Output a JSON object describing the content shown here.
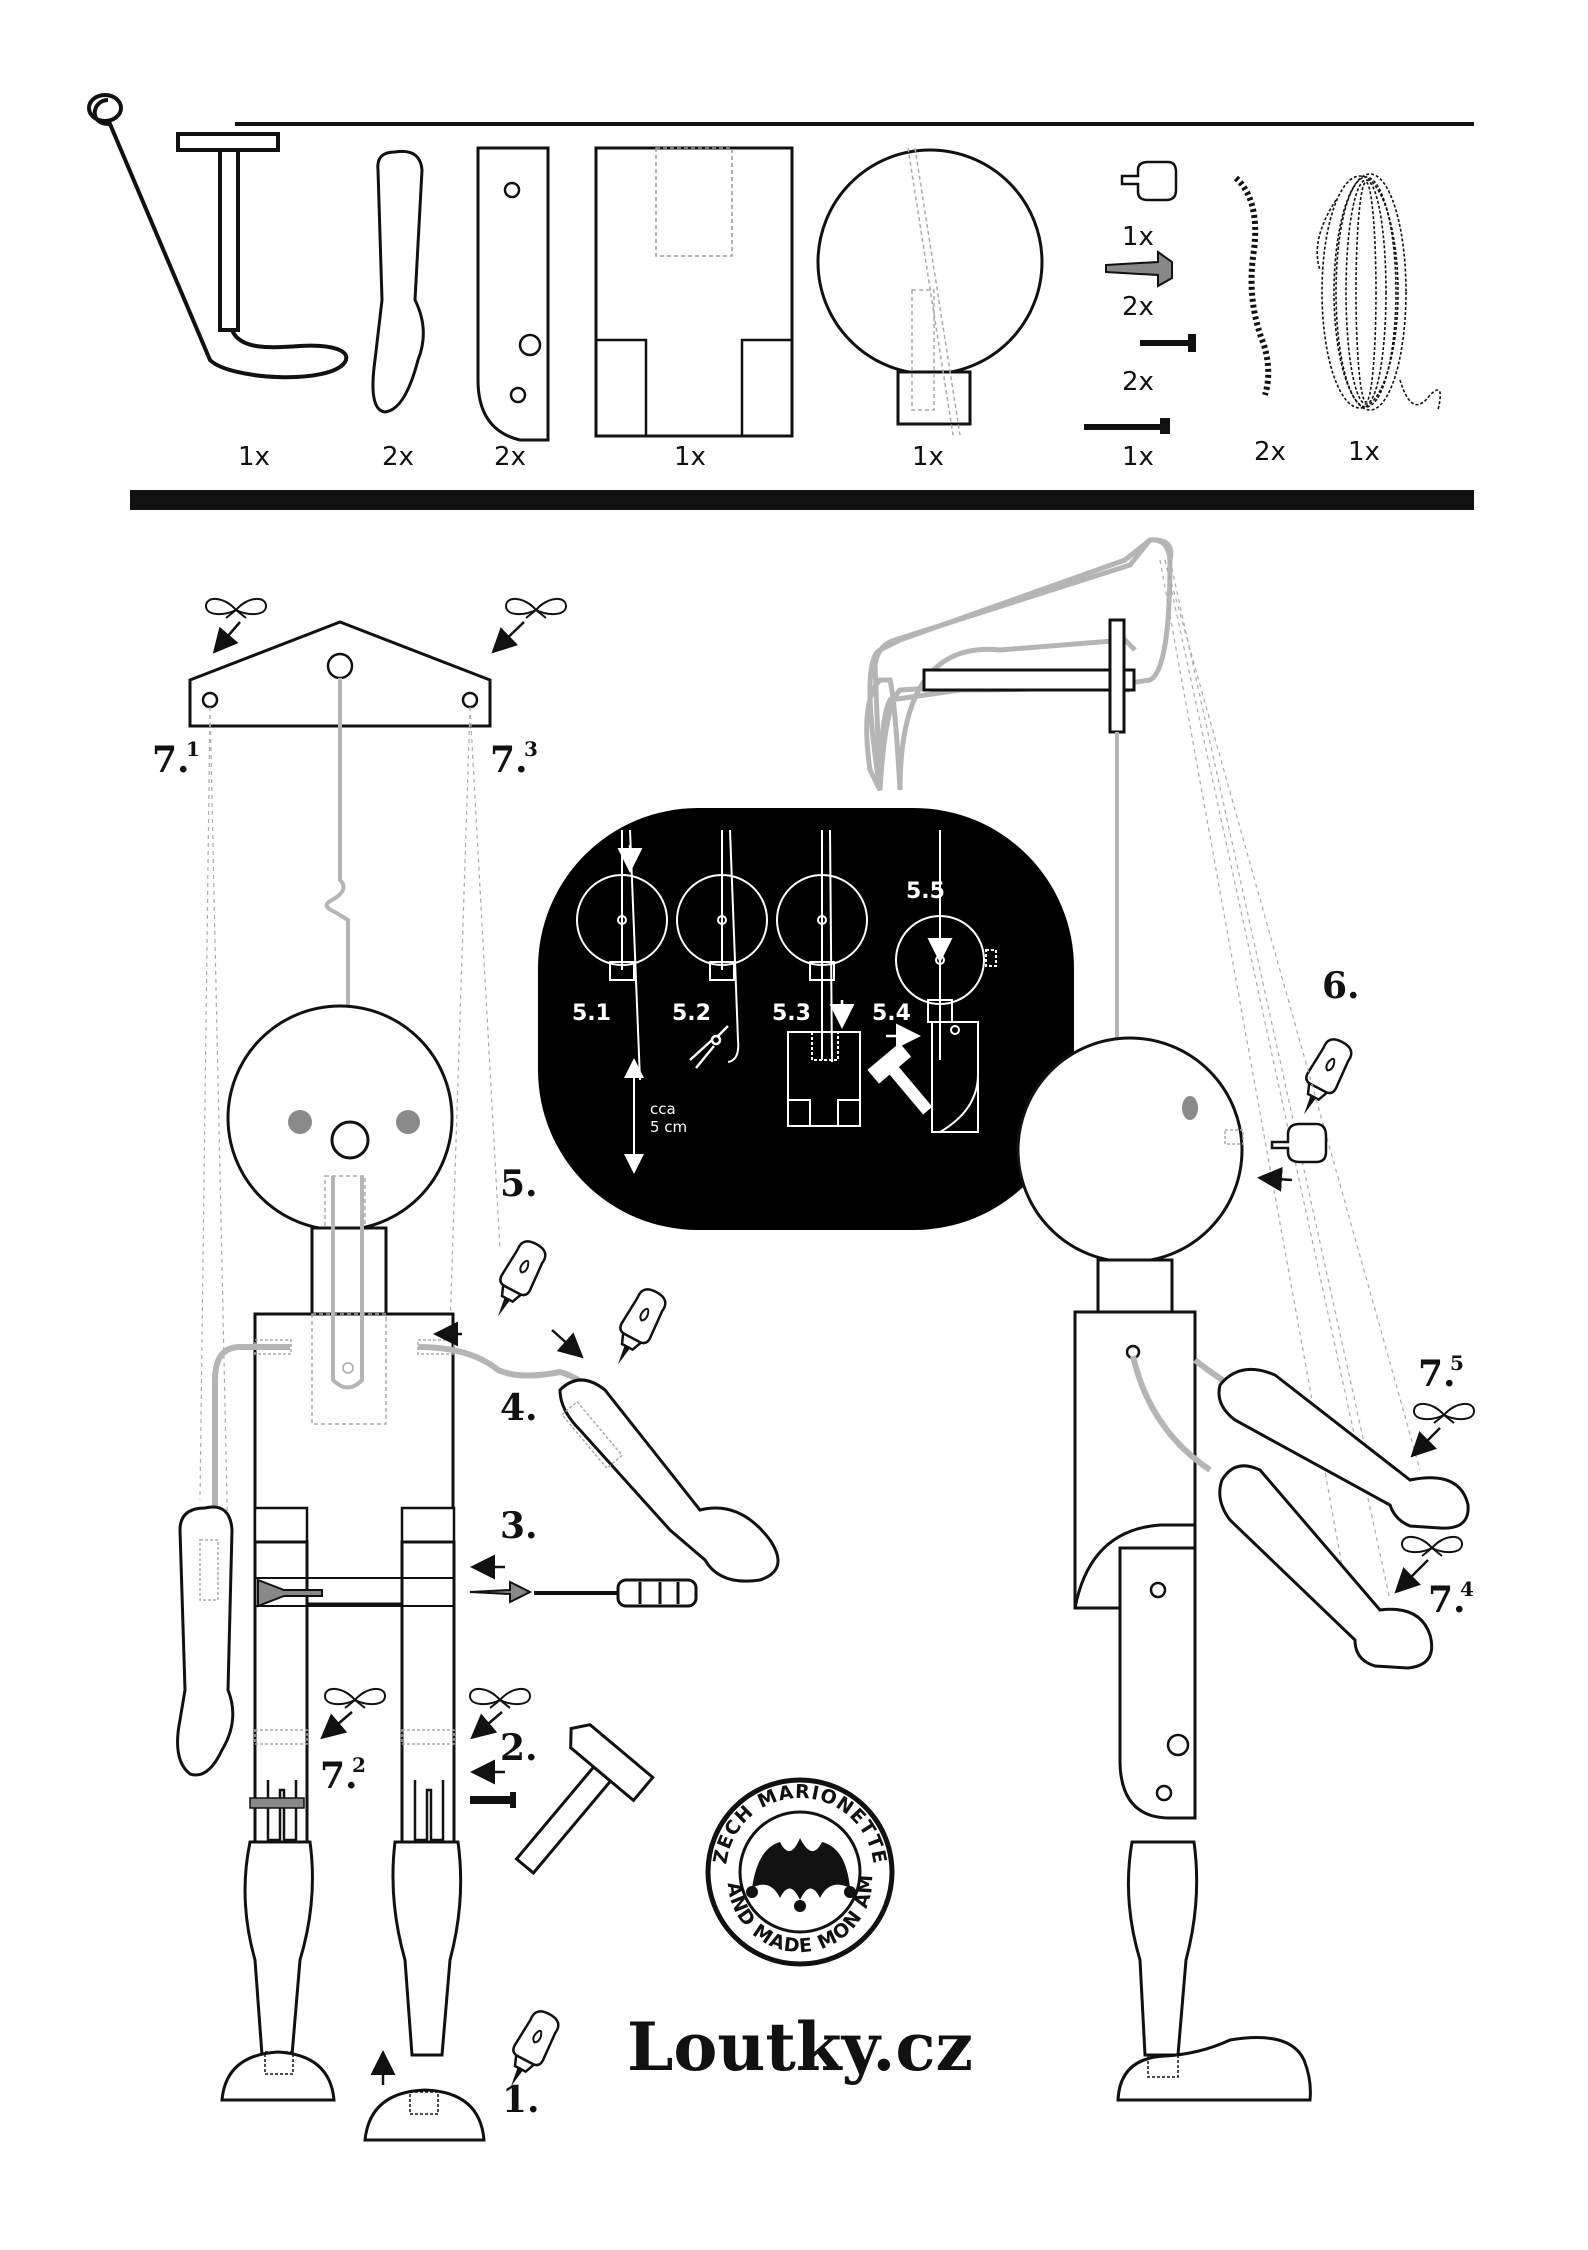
{
  "parts_row": {
    "counts": [
      "1x",
      "2x",
      "2x",
      "1x",
      "1x",
      "1x",
      "2x",
      "2x",
      "1x",
      "2x",
      "1x"
    ]
  },
  "steps": {
    "s1": "1.",
    "s2": "2.",
    "s3": "3.",
    "s4": "4.",
    "s5": "5.",
    "s6": "6.",
    "s7": "7.",
    "sup1": "1",
    "sup2": "2",
    "sup3": "3",
    "sup4": "4",
    "sup5": "5"
  },
  "inset": {
    "s51": "5.1",
    "s52": "5.2",
    "s53": "5.3",
    "s54": "5.4",
    "s55": "5.5",
    "cca": "cca",
    "cm": "5 cm"
  },
  "logo": {
    "ring_top": "CZECH MARIONETTES",
    "ring_bottom": "HAND MADE MON AMI",
    "site": "Loutky.cz"
  },
  "colors": {
    "ink": "#111111",
    "string_gray": "#b5b5b5",
    "eye_gray": "#8a8a8a",
    "inset_bg": "#000000"
  }
}
